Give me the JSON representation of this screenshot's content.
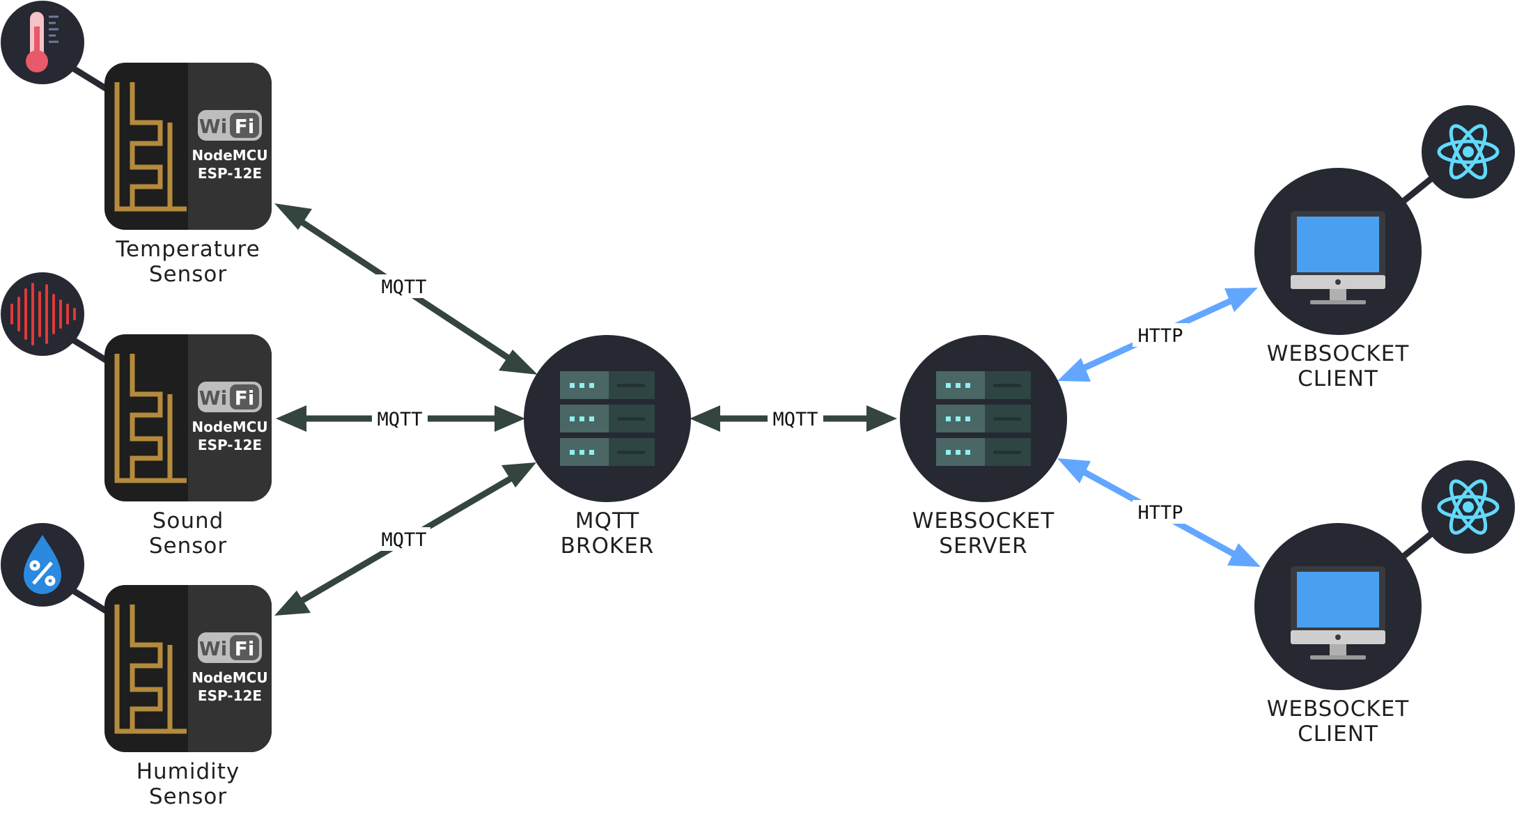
{
  "sensors": [
    {
      "label_lines": [
        "Temperature",
        "Sensor"
      ],
      "chip": {
        "wifi_left": "Wi",
        "wifi_right": "Fi",
        "name": "NodeMCU",
        "model": "ESP-12E"
      },
      "icon": "thermometer-icon"
    },
    {
      "label_lines": [
        "Sound",
        "Sensor"
      ],
      "chip": {
        "wifi_left": "Wi",
        "wifi_right": "Fi",
        "name": "NodeMCU",
        "model": "ESP-12E"
      },
      "icon": "sound-wave-icon"
    },
    {
      "label_lines": [
        "Humidity",
        "Sensor"
      ],
      "chip": {
        "wifi_left": "Wi",
        "wifi_right": "Fi",
        "name": "NodeMCU",
        "model": "ESP-12E"
      },
      "icon": "humidity-drop-icon"
    }
  ],
  "broker": {
    "label_lines": [
      "MQTT",
      "BROKER"
    ],
    "icon": "server-rack-icon"
  },
  "ws_server": {
    "label_lines": [
      "WEBSOCKET",
      "SERVER"
    ],
    "icon": "server-rack-icon"
  },
  "clients": [
    {
      "label_lines": [
        "WEBSOCKET",
        "CLIENT"
      ],
      "icon": "desktop-monitor-icon",
      "badge_icon": "react-atom-icon"
    },
    {
      "label_lines": [
        "WEBSOCKET",
        "CLIENT"
      ],
      "icon": "desktop-monitor-icon",
      "badge_icon": "react-atom-icon"
    }
  ],
  "edges": {
    "temp_broker": "MQTT",
    "sound_broker": "MQTT",
    "humidity_broker": "MQTT",
    "broker_server": "MQTT",
    "server_client1": "HTTP",
    "server_client2": "HTTP"
  },
  "colors": {
    "node_dark": "#262832",
    "chip_left": "#1e1e1e",
    "chip_right": "#333333",
    "antenna": "#b48a3c",
    "mqtt_arrow": "#34443f",
    "http_arrow": "#62a6ff",
    "server_face": "#3d5756",
    "server_led": "#8ff0f0",
    "screen": "#4aa0f0",
    "react": "#61dafb",
    "thermo": "#e85a6a",
    "sound": "#e03a3a",
    "drop": "#2b8ae0"
  }
}
